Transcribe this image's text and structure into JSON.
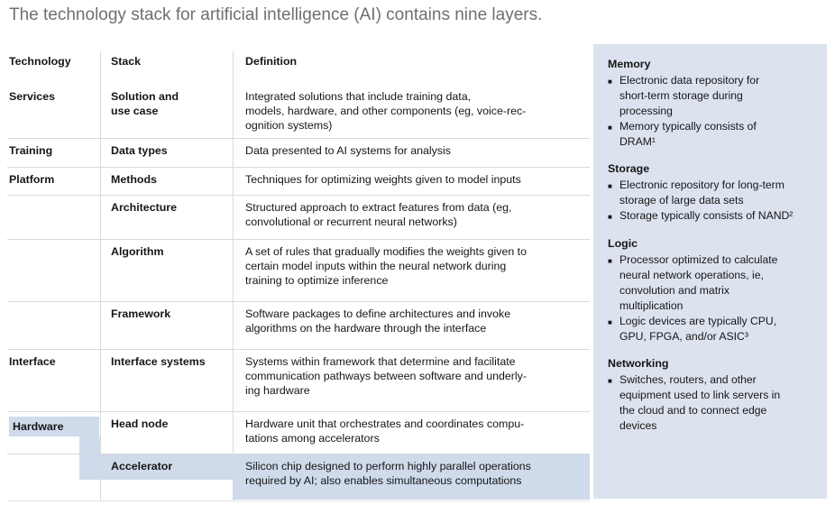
{
  "title": "The technology stack for artificial intelligence (AI) contains nine layers.",
  "colors": {
    "highlight": "#cfdaeb",
    "sidebar_bg": "#dce3ef"
  },
  "table": {
    "headers": {
      "technology": "Technology",
      "stack": "Stack",
      "definition": "Definition"
    },
    "rows": [
      {
        "technology": "Services",
        "stack": "Solution and\nuse case",
        "definition": "Integrated solutions that include training data,\nmodels, hardware, and other components (eg, voice-rec-\nognition systems)"
      },
      {
        "technology": "Training",
        "stack": "Data types",
        "definition": "Data presented to AI systems for analysis"
      },
      {
        "technology": "Platform",
        "stack": "Methods",
        "definition": "Techniques for optimizing weights given to model inputs"
      },
      {
        "technology": "",
        "stack": "Architecture",
        "definition": "Structured approach to extract features from data (eg,\nconvolutional or recurrent neural networks)"
      },
      {
        "technology": "",
        "stack": "Algorithm",
        "definition": "A set of rules that gradually modifies the weights given to\ncertain model inputs within the neural network during\ntraining to optimize inference"
      },
      {
        "technology": "",
        "stack": "Framework",
        "definition": "Software packages to define architectures and invoke\nalgorithms on the hardware through the interface"
      },
      {
        "technology": "Interface",
        "stack": "Interface systems",
        "definition": "Systems within framework that determine and facilitate\ncommunication pathways between software and underly-\ning hardware"
      },
      {
        "technology": "Hardware",
        "stack": "Head node",
        "definition": "Hardware unit that orchestrates and coordinates compu-\ntations among accelerators"
      },
      {
        "technology": "",
        "stack": "Accelerator",
        "definition": "Silicon chip designed to perform highly parallel operations\nrequired by AI; also enables simultaneous computations"
      }
    ]
  },
  "sidebar": {
    "sections": [
      {
        "heading": "Memory",
        "bullets": [
          "Electronic data repository for\nshort-term storage during\nprocessing",
          "Memory typically consists of\nDRAM¹"
        ]
      },
      {
        "heading": "Storage",
        "bullets": [
          "Electronic repository for long-term\nstorage of large data sets",
          "Storage typically consists of NAND²"
        ]
      },
      {
        "heading": "Logic",
        "bullets": [
          "Processor optimized to calculate\nneural network operations, ie,\nconvolution and matrix\nmultiplication",
          "Logic devices are typically CPU,\nGPU, FPGA, and/or ASIC³"
        ]
      },
      {
        "heading": "Networking",
        "bullets": [
          "Switches, routers, and other\nequipment used to link servers in\nthe cloud and to connect edge\ndevices"
        ]
      }
    ]
  }
}
